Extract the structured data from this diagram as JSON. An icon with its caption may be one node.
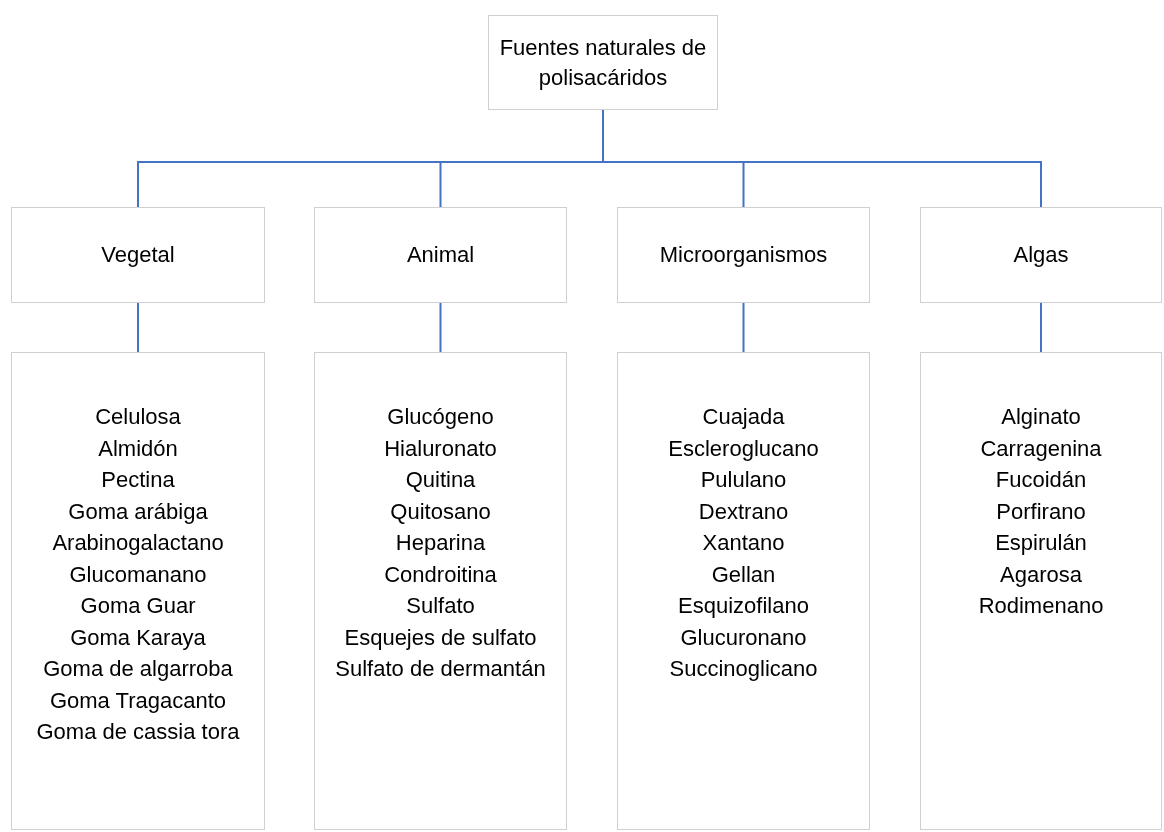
{
  "diagram": {
    "nodes": [
      {
        "text": [
          "Fuentes naturales de polisacáridos"
        ]
      },
      {
        "text": [
          "Vegetal"
        ]
      },
      {
        "text": [
          "Animal"
        ]
      },
      {
        "text": [
          "Microorganismos"
        ]
      },
      {
        "text": [
          "Algas"
        ]
      },
      {
        "text": [
          "Celulosa",
          "Almidón",
          "Pectina",
          "Goma arábiga",
          "Arabinogalactano",
          "Glucomanano",
          "Goma Guar",
          "Goma Karaya",
          "Goma de algarroba",
          "Goma Tragacanto",
          "Goma de cassia tora"
        ]
      },
      {
        "text": [
          "Glucógeno",
          "Hialuronato",
          "Quitina",
          "Quitosano",
          "Heparina",
          "Condroitina",
          "Sulfato",
          "Esquejes de sulfato",
          "Sulfato de dermantán"
        ]
      },
      {
        "text": [
          "Cuajada",
          "Escleroglucano",
          "Pululano",
          "Dextrano",
          "Xantano",
          "Gellan",
          "Esquizofilano",
          "Glucuronano",
          "Succinoglicano"
        ]
      },
      {
        "text": [
          "Alginato",
          "Carragenina",
          "Fucoidán",
          "Porfirano",
          "Espirulán",
          "Agarosa",
          "Rodimenano"
        ]
      }
    ],
    "edges": [
      {
        "from": 0,
        "to": 1,
        "arrow": "none"
      },
      {
        "from": 0,
        "to": 2,
        "arrow": "none"
      },
      {
        "from": 0,
        "to": 3,
        "arrow": "none"
      },
      {
        "from": 0,
        "to": 4,
        "arrow": "none"
      },
      {
        "from": 1,
        "to": 5,
        "arrow": "none"
      },
      {
        "from": 2,
        "to": 6,
        "arrow": "none"
      },
      {
        "from": 3,
        "to": 7,
        "arrow": "none"
      },
      {
        "from": 4,
        "to": 8,
        "arrow": "none"
      }
    ]
  }
}
